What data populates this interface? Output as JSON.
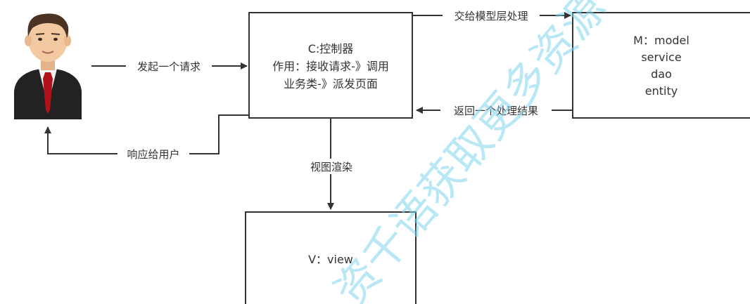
{
  "user_figure": {
    "icon": "businessman-avatar-icon"
  },
  "controller": {
    "lines": [
      "C:控制器",
      "作用：接收请求-》调用",
      "业务类-》派发页面"
    ]
  },
  "model": {
    "lines": [
      "M：model",
      "service",
      "dao",
      "entity"
    ]
  },
  "view": {
    "lines": [
      "V：view"
    ]
  },
  "arrows": {
    "send_request": "发起一个请求",
    "to_model": "交给模型层处理",
    "model_result": "返回一个处理结果",
    "respond_user": "响应给用户",
    "render_view": "视图渲染"
  },
  "watermark": "资千语获取更多资源",
  "colors": {
    "line": "#333333",
    "watermark": "#7fd4f0",
    "suit": "#222222",
    "tie": "#b3121b",
    "skin": "#f2c9a0",
    "hair": "#4a3322"
  }
}
